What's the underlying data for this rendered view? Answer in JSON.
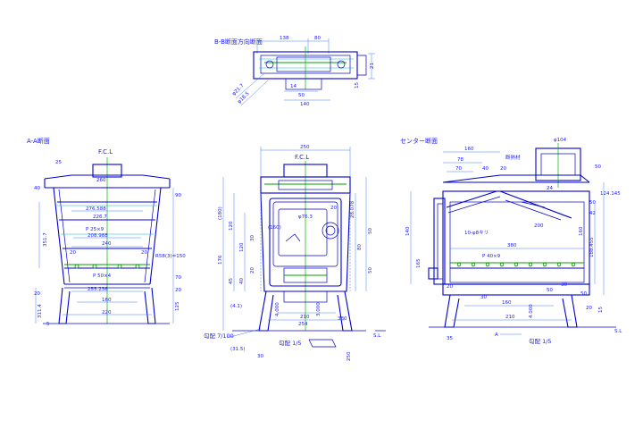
{
  "views": {
    "top": {
      "title": "B-B断面方向断面",
      "dims": {
        "d138": "138",
        "d80": "80",
        "d140": "140",
        "d50": "50",
        "d21": "21",
        "d15": "15",
        "d14": "14",
        "phi": "φ21.7",
        "phi2": "φ18.5"
      }
    },
    "left": {
      "title": "A-A断面",
      "fcl": "F.C.L",
      "dims": {
        "d25": "25",
        "d40": "40",
        "d260": "260",
        "d276": "276.588",
        "d226": "226.7",
        "p25": "P 25×9",
        "d208": "208.988",
        "d20a": "20",
        "d20b": "20",
        "d240": "240",
        "p50": "P 50×4",
        "r58": "R58(3)=150",
        "d255": "255.236",
        "d160": "160",
        "d220": "220",
        "d90": "90",
        "d70": "70",
        "d20c": "20",
        "d125": "125",
        "d351": "351.7",
        "d311": "311.4",
        "d20d": "20",
        "d5": "5"
      }
    },
    "center": {
      "fcl": "F.C.L",
      "dims": {
        "d250": "250",
        "d180": "(180)",
        "d120": "120",
        "d176": "176",
        "d120b": "120",
        "d45": "45",
        "d40": "40",
        "d20": "20",
        "d30": "30",
        "d160": "(160)",
        "d80": "80",
        "d50": "50",
        "d50b": "50",
        "d28": "28.078",
        "phi76": "φ76.3",
        "d20b": "20",
        "d4": "(4.1)",
        "d210": "210",
        "d254": "254",
        "d4000": "4.000",
        "d3000": "3.000",
        "d380": "380",
        "d30b": "30",
        "d250b": "250",
        "d315": "(31.5)"
      },
      "notes": {
        "slope1": "勾配 7/100",
        "slope2": "勾配 1/5"
      },
      "sl": "S.L"
    },
    "right": {
      "title": "センター断面",
      "dims": {
        "d160": "160",
        "phi104": "φ104",
        "d78": "78",
        "d70": "70",
        "d40": "40",
        "d20": "20",
        "d50": "50",
        "d124": "124.145",
        "d50b": "50",
        "d42": "42",
        "d140": "140",
        "d165": "165",
        "d10": "10-φ8キリ",
        "d200": "200",
        "d380": "380",
        "p40": "P 40×9",
        "d188": "188.455",
        "d160b": "160",
        "d30": "30",
        "d50c": "50",
        "d20b": "20",
        "d15": "15",
        "d20c": "20",
        "d4000": "4.000",
        "d30b": "30",
        "d160c": "160",
        "d210": "210",
        "d35": "35",
        "d50d": "50",
        "d24": "24"
      },
      "label_phi": "断熱材",
      "slope": "勾配 1/5",
      "a": "A",
      "sl": "S.L"
    }
  }
}
